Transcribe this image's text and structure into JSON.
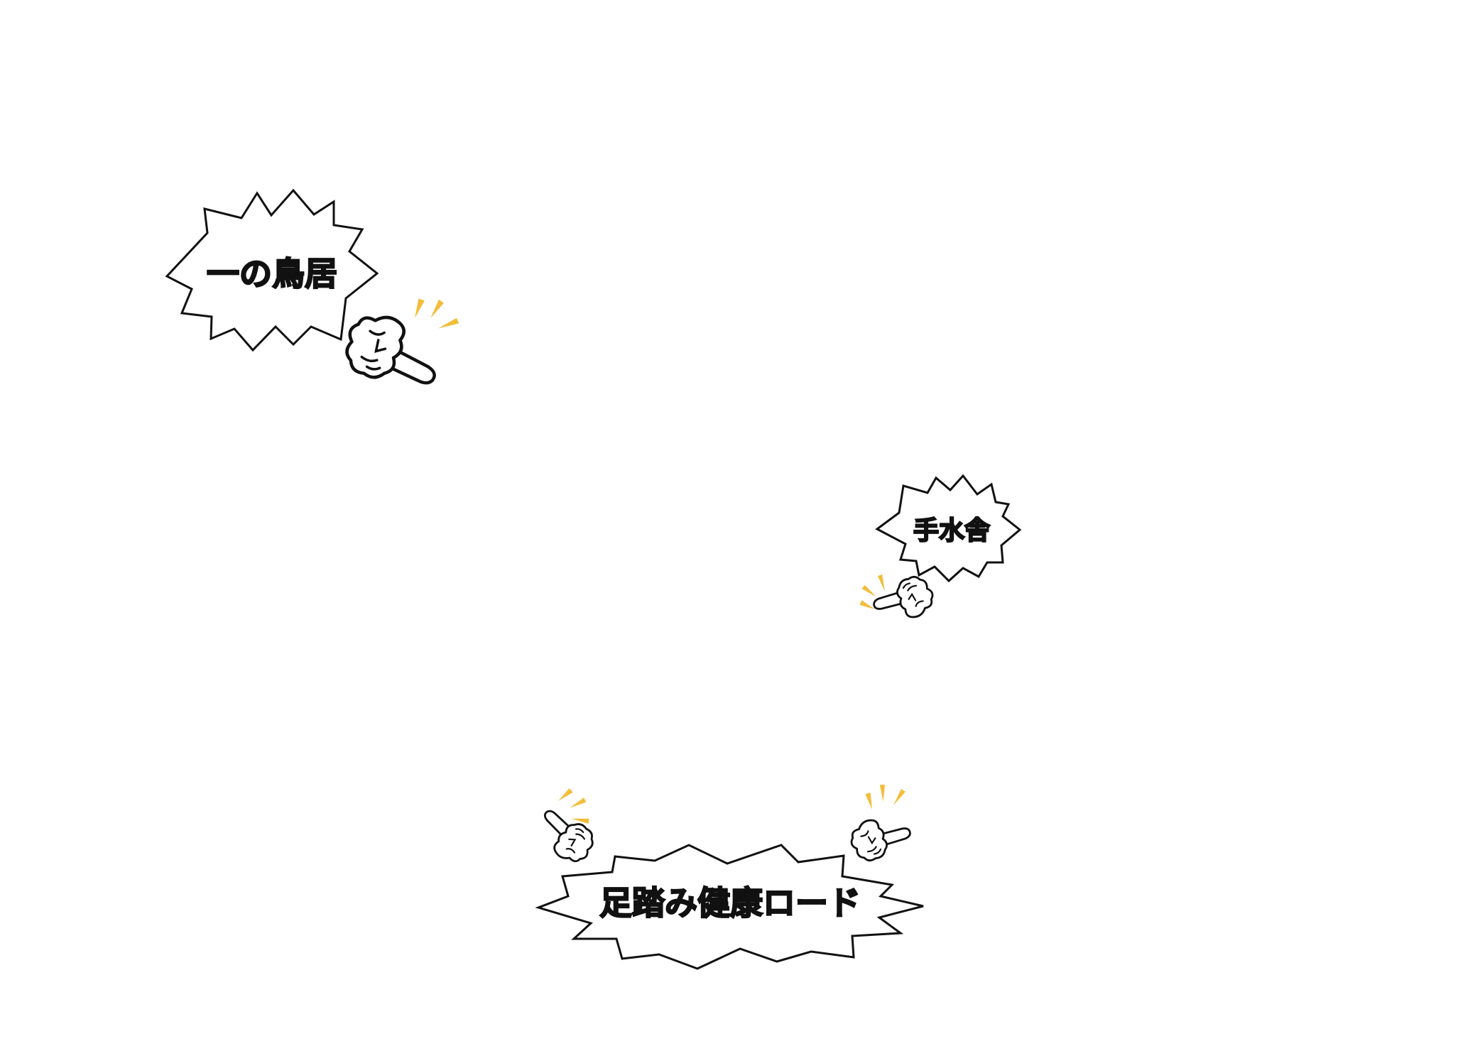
{
  "background_color": "#ffffff",
  "accent_color": "#f2bd3a",
  "outline_color": "#111111",
  "labels": [
    {
      "name": "ichi-no-torii",
      "text": "一の鳥居",
      "icon": "pointing-hand-icon"
    },
    {
      "name": "temizuya",
      "text": "手水舎",
      "icon": "pointing-hand-icon"
    },
    {
      "name": "foot-health-road",
      "text": "足踏み健康ロード",
      "icon": "pointing-hand-icon"
    }
  ]
}
